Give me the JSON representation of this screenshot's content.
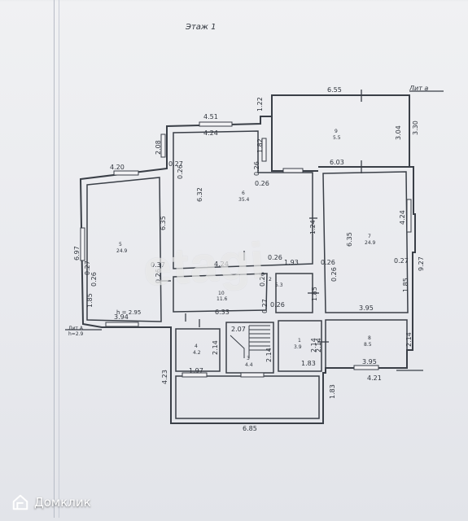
{
  "plan": {
    "title": "Этаж 1",
    "lit": "Лит а",
    "lit_main": "Лит А",
    "lit_main_height": "h=2.9",
    "height": "h = 2.95",
    "rooms": [
      {
        "number": "1",
        "area": "3.9"
      },
      {
        "number": "2",
        "area": "5.3"
      },
      {
        "number": "3",
        "area": "4.4"
      },
      {
        "number": "4",
        "area": "4.2"
      },
      {
        "number": "5",
        "area": "24.9"
      },
      {
        "number": "6",
        "area": "35.4"
      },
      {
        "number": "7",
        "area": "24.9"
      },
      {
        "number": "8",
        "area": "8.5"
      },
      {
        "number": "9",
        "area": "5.5"
      },
      {
        "number": "10",
        "area": "11.6"
      }
    ],
    "dimensions": {
      "d655": "6.55",
      "d451": "4.51",
      "d424_top": "4.24",
      "d122": "1.22",
      "d304": "3.04",
      "d330": "3.30",
      "d182": "1.82",
      "d603": "6.03",
      "d208": "2.08",
      "d027_a": "0.27",
      "d026_a": "0.26",
      "d026_b": "0.26",
      "d026_c": "0.26",
      "d420": "4.20",
      "d632": "6.32",
      "d635_a": "6.35",
      "d124": "1.24",
      "d635_b": "6.35",
      "d424_r": "4.24",
      "d927": "9.27",
      "d697": "6.97",
      "d027_b": "0.27",
      "d026_d": "0.26",
      "d037": "0.37",
      "d026_e": "0.26",
      "d424_mid": "4.24",
      "d026_f": "0.26",
      "d193": "1.93",
      "d026_g": "0.26",
      "d026_h": "0.26",
      "d027_c": "0.27",
      "d026_i": "0.26",
      "d185_a": "1.85",
      "d394": "3.94",
      "d633": "6.33",
      "d027_d": "0.27",
      "d026_j": "0.26",
      "d185_b": "1.85",
      "d185_c": "1.85",
      "d395_a": "3.95",
      "d207": "2.07",
      "d214_a": "2.14",
      "d214_b": "2.14",
      "d214_c": "2.14",
      "d214_d": "2.14",
      "d214_e": "2.14",
      "d197": "1.97",
      "d183_a": "1.83",
      "d395_b": "3.95",
      "d421": "4.21",
      "d423": "4.23",
      "d183_b": "1.83",
      "d685": "6.85"
    }
  },
  "watermark": "etagi",
  "brand": {
    "name": "Домклик",
    "icon": "domclick-house-icon"
  }
}
